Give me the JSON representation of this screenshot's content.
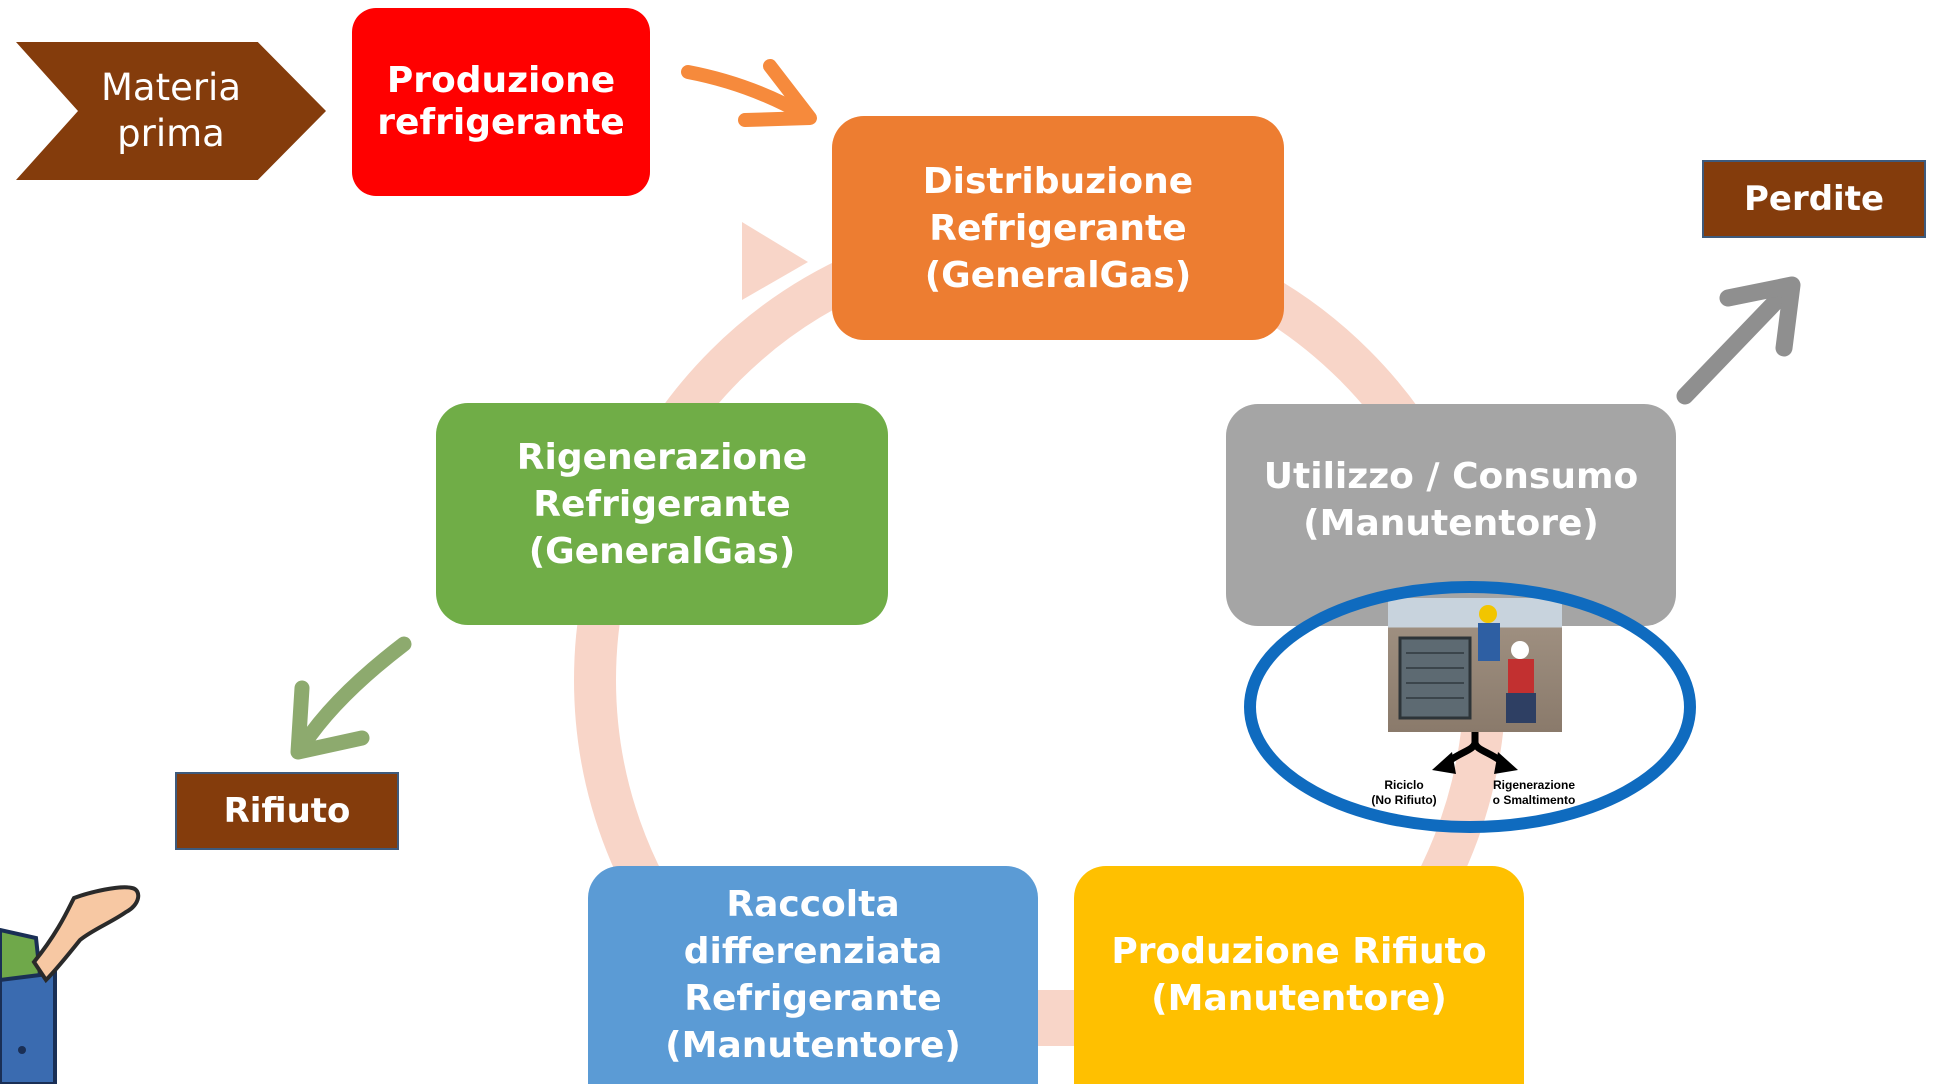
{
  "diagram": {
    "input_label": [
      "Materia",
      "prima"
    ],
    "nodes": {
      "production": [
        "Produzione",
        "refrigerante"
      ],
      "distribution": [
        "Distribuzione",
        "Refrigerante",
        "(GeneralGas)"
      ],
      "usage": [
        "Utilizzo / Consumo",
        "(Manutentore)"
      ],
      "waste_production": [
        "Produzione Rifiuto",
        "(Manutentore)"
      ],
      "collection": [
        "Raccolta differenziata",
        "Refrigerante",
        "(Manutentore)"
      ],
      "regeneration": [
        "Rigenerazione",
        "Refrigerante",
        "(GeneralGas)"
      ]
    },
    "outputs": {
      "losses": "Perdite",
      "waste": "Rifiuto"
    },
    "inset": {
      "left_option": [
        "Riciclo",
        "(No Rifiuto)"
      ],
      "right_option": [
        "Rigenerazione",
        "o Smaltimento"
      ]
    },
    "colors": {
      "input": "#843c0c",
      "production": "#ff0000",
      "distribution": "#ed7d31",
      "usage": "#a5a5a5",
      "waste_production": "#ffc000",
      "collection": "#5b9bd5",
      "regeneration": "#70ad47",
      "output_tags": "#843c0c",
      "cycle_ring": "#f8d5c8",
      "highlight_ellipse": "#0f6bbf"
    }
  }
}
